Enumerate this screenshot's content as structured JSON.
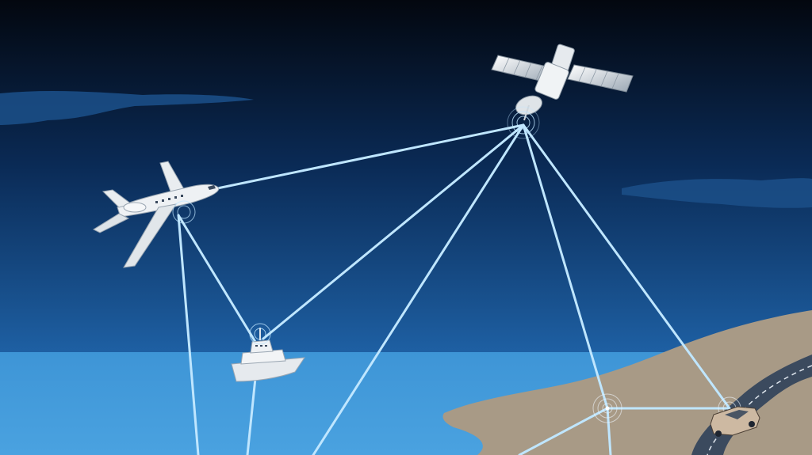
{
  "scene": {
    "colors": {
      "sky_top": "#03070f",
      "sky_mid": "#0a2a55",
      "sky_horizon": "#1f63a8",
      "sea": "#3e95d6",
      "land": "#a89a86",
      "road": "#3b4a5e",
      "link": "#bfe6ff",
      "cloud": "#1b4e86",
      "craft_body": "#e9edf0"
    },
    "nodes": [
      {
        "id": "satellite",
        "icon": "satellite-icon",
        "role": "hub"
      },
      {
        "id": "aircraft",
        "icon": "airplane-icon",
        "role": "relay"
      },
      {
        "id": "ship",
        "icon": "ship-icon",
        "role": "terminal"
      },
      {
        "id": "ground-station",
        "icon": "tower-icon",
        "role": "terminal"
      },
      {
        "id": "car",
        "icon": "car-icon",
        "role": "terminal"
      }
    ]
  }
}
